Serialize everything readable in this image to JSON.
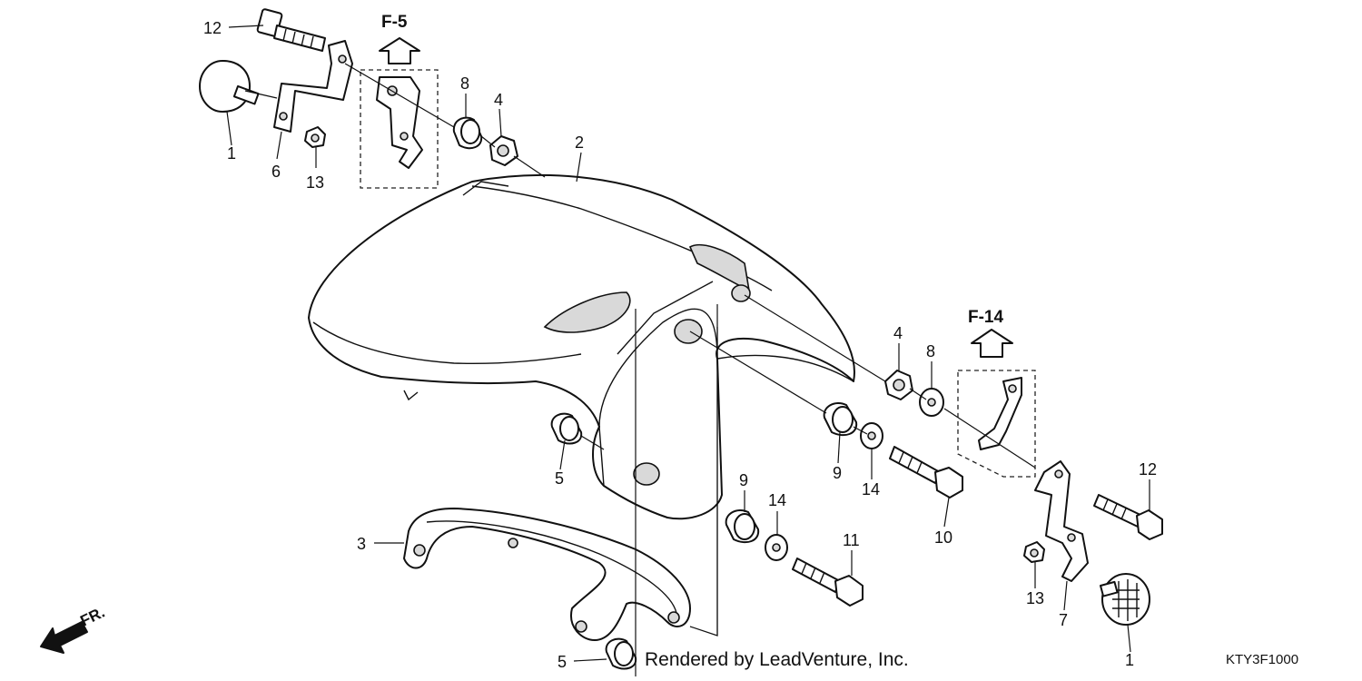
{
  "references": [
    {
      "id": "ref-f5",
      "text": "F-5"
    },
    {
      "id": "ref-f14",
      "text": "F-14"
    }
  ],
  "callouts": [
    {
      "id": "c1",
      "text": "12"
    },
    {
      "id": "c2",
      "text": "1"
    },
    {
      "id": "c3",
      "text": "6"
    },
    {
      "id": "c4",
      "text": "13"
    },
    {
      "id": "c5",
      "text": "8"
    },
    {
      "id": "c6",
      "text": "4"
    },
    {
      "id": "c7",
      "text": "2"
    },
    {
      "id": "c8",
      "text": "4"
    },
    {
      "id": "c9",
      "text": "8"
    },
    {
      "id": "c10",
      "text": "5"
    },
    {
      "id": "c11",
      "text": "9"
    },
    {
      "id": "c12",
      "text": "14"
    },
    {
      "id": "c13",
      "text": "10"
    },
    {
      "id": "c14",
      "text": "12"
    },
    {
      "id": "c15",
      "text": "3"
    },
    {
      "id": "c16",
      "text": "9"
    },
    {
      "id": "c17",
      "text": "14"
    },
    {
      "id": "c18",
      "text": "11"
    },
    {
      "id": "c19",
      "text": "13"
    },
    {
      "id": "c20",
      "text": "7"
    },
    {
      "id": "c21",
      "text": "1"
    },
    {
      "id": "c22",
      "text": "5"
    }
  ],
  "direction_label": "FR.",
  "credit": "Rendered by LeadVenture, Inc.",
  "diagram_code": "KTY3F1000"
}
